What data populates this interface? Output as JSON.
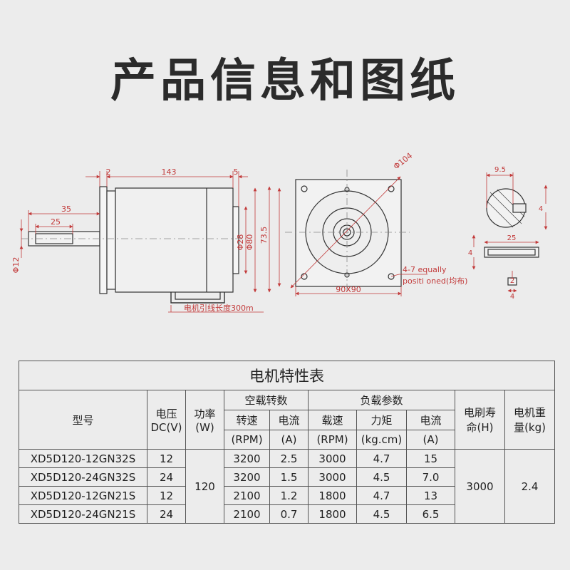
{
  "title": "产品信息和图纸",
  "drawing": {
    "side_view": {
      "dims": [
        "2",
        "143",
        "5",
        "35",
        "25",
        "Φ12",
        "Φ28",
        "Φ80",
        "73.5"
      ],
      "lead_note": "电机引线长度300m"
    },
    "front_view": {
      "dims": [
        "Φ104",
        "90X90"
      ],
      "hole_note_line1": "4-7 equally",
      "hole_note_line2": "positi oned(均布)"
    },
    "shaft_detail": {
      "dims": [
        "9.5",
        "4",
        "25",
        "4",
        "2",
        "4"
      ]
    }
  },
  "table": {
    "caption": "电机特性表",
    "headers": {
      "model": "型号",
      "voltage_l1": "电压",
      "voltage_l2": "DC(V)",
      "power_l1": "功率",
      "power_l2": "(W)",
      "no_load": "空载转数",
      "load": "负载参数",
      "speed_l1": "转速",
      "speed_l2": "(RPM)",
      "current_l1": "电流",
      "current_l2": "(A)",
      "load_speed_l1": "载速",
      "load_speed_l2": "(RPM)",
      "torque_l1": "力矩",
      "torque_l2": "(kg.cm)",
      "load_current_l1": "电流",
      "load_current_l2": "(A)",
      "brush_life_l1": "电刷寿",
      "brush_life_l2": "命(H)",
      "weight_l1": "电机重",
      "weight_l2": "量(kg)"
    },
    "rows": [
      {
        "model": "XD5D120-12GN32S",
        "voltage": "12",
        "speed": "3200",
        "current": "2.5",
        "load_speed": "3000",
        "torque": "4.7",
        "load_current": "15"
      },
      {
        "model": "XD5D120-24GN32S",
        "voltage": "24",
        "speed": "3200",
        "current": "1.5",
        "load_speed": "3000",
        "torque": "4.5",
        "load_current": "7.0"
      },
      {
        "model": "XD5D120-12GN21S",
        "voltage": "12",
        "speed": "2100",
        "current": "1.2",
        "load_speed": "1800",
        "torque": "4.7",
        "load_current": "13"
      },
      {
        "model": "XD5D120-24GN21S",
        "voltage": "24",
        "speed": "2100",
        "current": "0.7",
        "load_speed": "1800",
        "torque": "4.5",
        "load_current": "6.5"
      }
    ],
    "shared": {
      "power": "120",
      "brush_life": "3000",
      "weight": "2.4"
    }
  }
}
